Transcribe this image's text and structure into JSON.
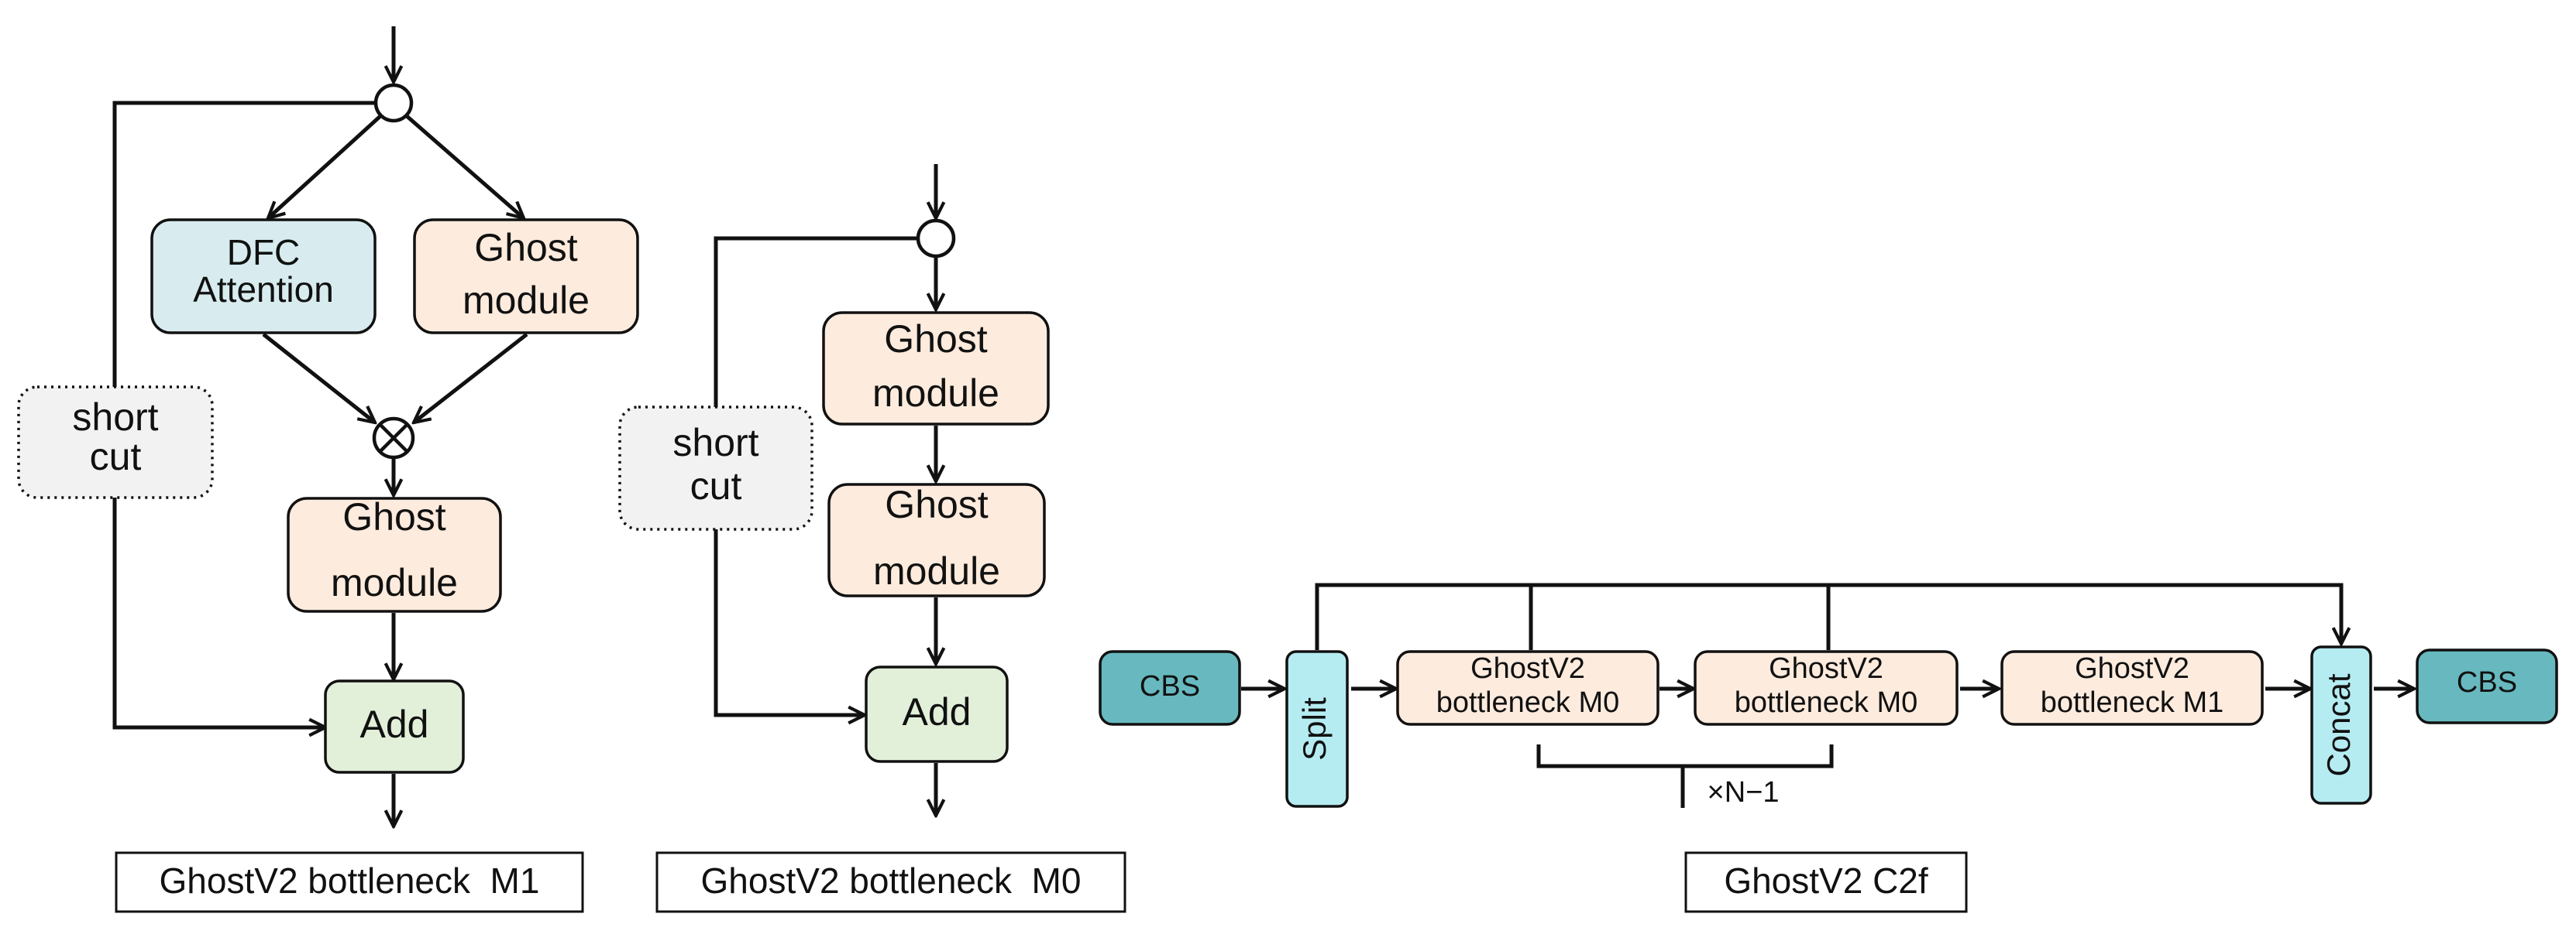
{
  "colors": {
    "ghost": "#fdebdd",
    "dfc": "#d8ecef",
    "add": "#e2efd9",
    "shortcut": "#f2f2f2",
    "cbs": "#67b9bf",
    "split_concat": "#b5ecf2",
    "stroke": "#111111"
  },
  "m1": {
    "dfc_line1": "DFC",
    "dfc_line2": "Attention",
    "ghost_top_line1": "Ghost",
    "ghost_top_line2": "module",
    "ghost_bottom_line1": "Ghost",
    "ghost_bottom_line2": "module",
    "shortcut_line1": "short",
    "shortcut_line2": "cut",
    "add": "Add",
    "caption": "GhostV2 bottleneck  M1"
  },
  "m0": {
    "ghost1_line1": "Ghost",
    "ghost1_line2": "module",
    "ghost2_line1": "Ghost",
    "ghost2_line2": "module",
    "shortcut_line1": "short",
    "shortcut_line2": "cut",
    "add": "Add",
    "caption": "GhostV2 bottleneck  M0"
  },
  "c2f": {
    "cbs_in": "CBS",
    "split": "Split",
    "b1_line1": "GhostV2",
    "b1_line2": "bottleneck M0",
    "b2_line1": "GhostV2",
    "b2_line2": "bottleneck M0",
    "b3_line1": "GhostV2",
    "b3_line2": "bottleneck M1",
    "concat": "Concat",
    "cbs_out": "CBS",
    "repeat": "×N−1",
    "caption": "GhostV2 C2f"
  }
}
